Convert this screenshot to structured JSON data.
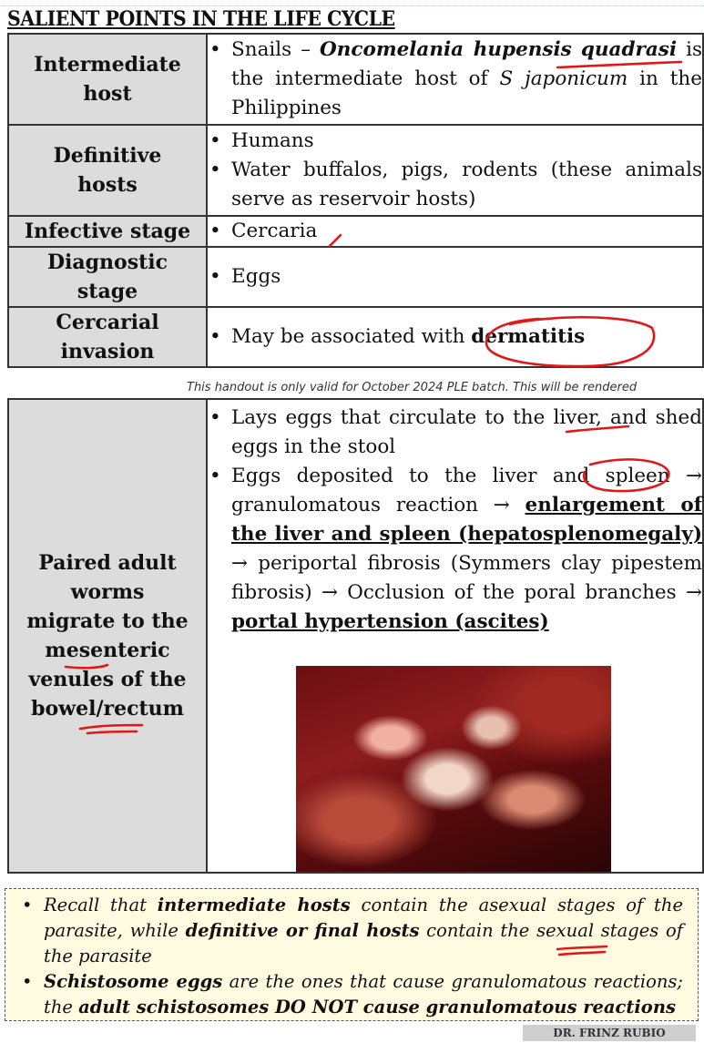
{
  "title": "SALIENT POINTS IN THE LIFE CYCLE",
  "rows": {
    "intermediate": {
      "label_line1": "Intermediate",
      "label_line2": "host",
      "pre": "Snails – ",
      "species_a": "Oncomelania hupensis",
      "species_b": "quadrasi",
      "mid": " is the intermediate host of ",
      "species_c": "S japonicum",
      "post": " in the Philippines"
    },
    "definitive": {
      "label_line1": "Definitive",
      "label_line2": "hosts",
      "item1": "Humans",
      "item2": "Water buffalos, pigs, rodents (these animals serve as reservoir hosts)"
    },
    "infective": {
      "label": "Infective stage",
      "item": "Cercaria"
    },
    "diagnostic": {
      "label_line1": "Diagnostic",
      "label_line2": "stage",
      "item": "Eggs"
    },
    "cercarial": {
      "label_line1": "Cercarial",
      "label_line2": "invasion",
      "pre": "May be associated with ",
      "emph": "dermatitis"
    }
  },
  "note": "This handout is only valid for October 2024 PLE batch. This will be rendered",
  "adult": {
    "label_lines": [
      "Paired adult",
      "worms",
      "migrate to the",
      "mesenteric",
      "venules of the",
      "bowel/rectum"
    ],
    "b1": "Lays eggs that circulate to the liver, and shed eggs in the stool",
    "b2_pre": "Eggs deposited to the liver and spleen → granulomatous reaction → ",
    "b2_emph1": "enlargement of the liver and spleen (hepatosplenomegaly)",
    "b2_mid": " → periportal fibrosis (Symmers clay pipestem fibrosis) → Occlusion of the poral branches → ",
    "b2_emph2": "portal hypertension (ascites)"
  },
  "recall": {
    "r1_a": "Recall that ",
    "r1_b": "intermediate hosts",
    "r1_c": " contain the asexual stages of the parasite, while ",
    "r1_d": "definitive or final hosts",
    "r1_e": " contain the sexual stages of the parasite",
    "r2_a": "Schistosome eggs",
    "r2_b": " are the ones that cause granulomatous reactions; the ",
    "r2_c": "adult schistosomes DO NOT cause granulomatous reactions"
  },
  "author": "DR. FRINZ RUBIO",
  "colors": {
    "header_cell": "#dcdcdc",
    "annotation_ink": "#e01818",
    "recall_box": "#fffbe0"
  }
}
